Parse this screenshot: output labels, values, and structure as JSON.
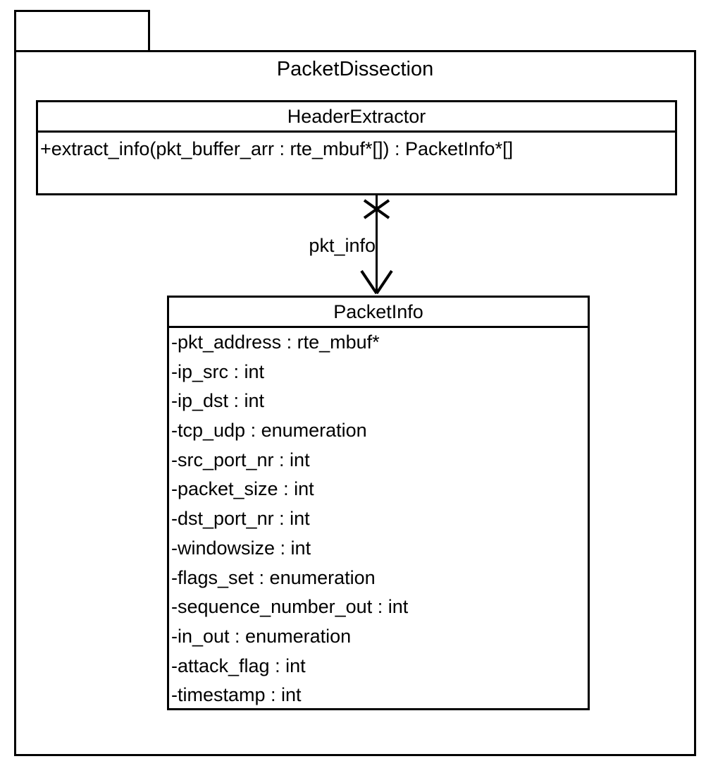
{
  "diagram": {
    "type": "uml-class-diagram",
    "package": {
      "name": "PacketDissection"
    },
    "classes": [
      {
        "id": "header-extractor",
        "name": "HeaderExtractor",
        "attributes": [],
        "operations": [
          "+extract_info(pkt_buffer_arr : rte_mbuf*[]) : PacketInfo*[]"
        ]
      },
      {
        "id": "packet-info",
        "name": "PacketInfo",
        "attributes": [
          "-pkt_address : rte_mbuf*",
          "-ip_src : int",
          "-ip_dst : int",
          "-tcp_udp : enumeration",
          "-src_port_nr : int",
          "-packet_size : int",
          "-dst_port_nr : int",
          "-windowsize : int",
          "-flags_set : enumeration",
          "-sequence_number_out : int",
          "-in_out : enumeration",
          "-attack_flag : int",
          "-timestamp : int"
        ],
        "operations": []
      }
    ],
    "associations": [
      {
        "from": "HeaderExtractor",
        "to": "PacketInfo",
        "role_label": "pkt_info",
        "source_decoration": "cross",
        "target_decoration": "open-arrow",
        "direction": "downward"
      }
    ],
    "colors": {
      "stroke": "#000000",
      "fill": "#ffffff",
      "text": "#000000"
    }
  }
}
